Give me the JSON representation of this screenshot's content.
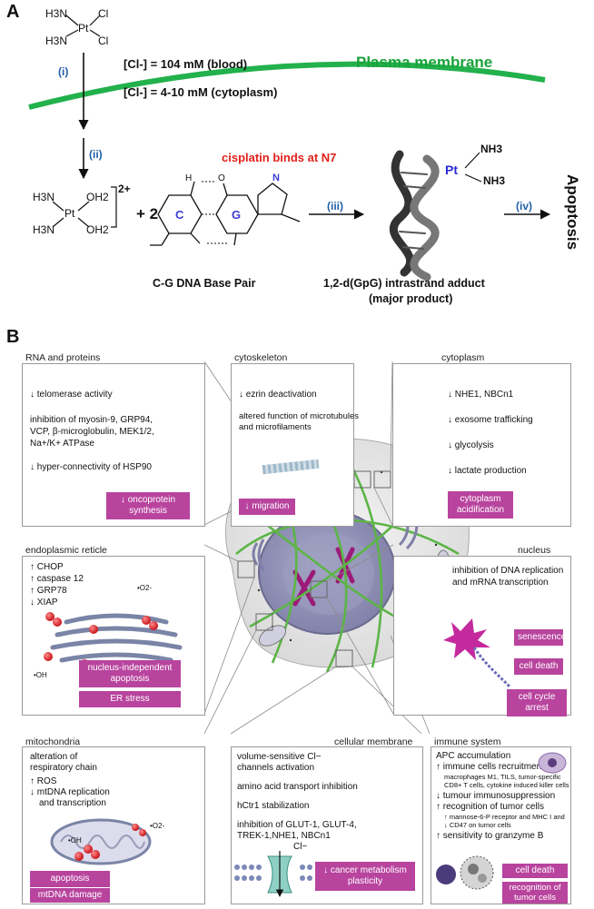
{
  "panel_a": {
    "letter": "A",
    "cisplatin": {
      "nh3_top": "H3N",
      "cl_top": "Cl",
      "pt": "Pt",
      "nh3_bottom": "H3N",
      "cl_bottom": "Cl"
    },
    "step_i": "(i)",
    "step_ii": "(ii)",
    "step_iii": "(iii)",
    "step_iv": "(iv)",
    "cl_blood": "[Cl-] = 104 mM (blood)",
    "cl_cytoplasm": "[Cl-] = 4-10 mM (cytoplasm)",
    "membrane_label": "Plasma membrane",
    "aquated": {
      "nh3_top": "H3N",
      "oh2_top": "OH2",
      "pt": "Pt",
      "nh3_bottom": "H3N",
      "oh2_bottom": "OH2",
      "charge": "2+"
    },
    "plus_two": "+ 2",
    "base_pair": {
      "c": "C",
      "g": "G",
      "n": "N",
      "h": "H",
      "o": "O"
    },
    "cisplatin_binds": "cisplatin binds at N7",
    "base_pair_label": "C-G DNA Base Pair",
    "adduct": {
      "pt": "Pt",
      "nh3_a": "NH3",
      "nh3_b": "NH3"
    },
    "adduct_label_1": "1,2-d(GpG) intrastrand adduct",
    "adduct_label_2": "(major product)",
    "apoptosis": "Apoptosis"
  },
  "panel_b": {
    "letter": "B",
    "rna": {
      "title": "RNA and proteins",
      "lines": [
        "↓ telomerase activity",
        "inhibition of myosin-9, GRP94,",
        "VCP, β-microglobulin, MEK1/2,",
        "Na+/K+ ATPase",
        "↓ hyper-connectivity of HSP90"
      ],
      "tag": "↓ oncoprotein synthesis"
    },
    "cytoskeleton": {
      "title": "cytoskeleton",
      "lines": [
        "↓ ezrin deactivation",
        "altered function of microtubules",
        "and microfilaments"
      ],
      "tag": "↓ migration"
    },
    "cytoplasm": {
      "title": "cytoplasm",
      "lines": [
        "↓ NHE1, NBCn1",
        "↓ exosome trafficking",
        "↓ glycolysis",
        "↓ lactate production"
      ],
      "tag": "cytoplasm acidification"
    },
    "er": {
      "title": "endoplasmic reticle",
      "lines": [
        "↑ CHOP",
        "↑ caspase 12",
        "↑ GRP78",
        "↓ XIAP"
      ],
      "o2": "•O2-",
      "oh": "•OH",
      "tags": [
        "nucleus-independent apoptosis",
        "ER stress"
      ]
    },
    "nucleus": {
      "title": "nucleus",
      "lines": [
        "inhibition of DNA replication",
        "and mRNA transcription"
      ],
      "tags": [
        "senescence",
        "cell death",
        "cell cycle arrest"
      ]
    },
    "mito": {
      "title": "mitochondria",
      "lines": [
        "alteration of",
        "respiratory chain",
        "↑ ROS",
        "↓ mtDNA replication",
        "and transcription"
      ],
      "oh": "•OH",
      "o2": "•O2-",
      "tags": [
        "apoptosis",
        "mtDNA damage"
      ]
    },
    "membrane": {
      "title": "cellular membrane",
      "lines": [
        "volume-sensitive Cl−",
        "channels activation",
        "amino acid transport inhibition",
        "hCtr1 stabilization",
        "inhibition of GLUT-1, GLUT-4,",
        "TREK-1,NHE1, NBCn1"
      ],
      "cl": "Cl−",
      "tag": "↓ cancer metabolism plasticity"
    },
    "immune": {
      "title": "immune system",
      "lines": [
        "APC accumulation",
        "↑ immune cells recruitment",
        "macrophages M1, TILS, tumor-specific",
        "CD8+ T cells, cytokine induced killer cells",
        "↓ tumour immunosuppression",
        "↑ recognition of tumor cells",
        "↑ mannose-6-P receptor and MHC I and",
        "↓ CD47 on tumor cells",
        "↑ sensitivity to granzyme B"
      ],
      "tags": [
        "cell death",
        "recognition of tumor cells"
      ]
    }
  }
}
